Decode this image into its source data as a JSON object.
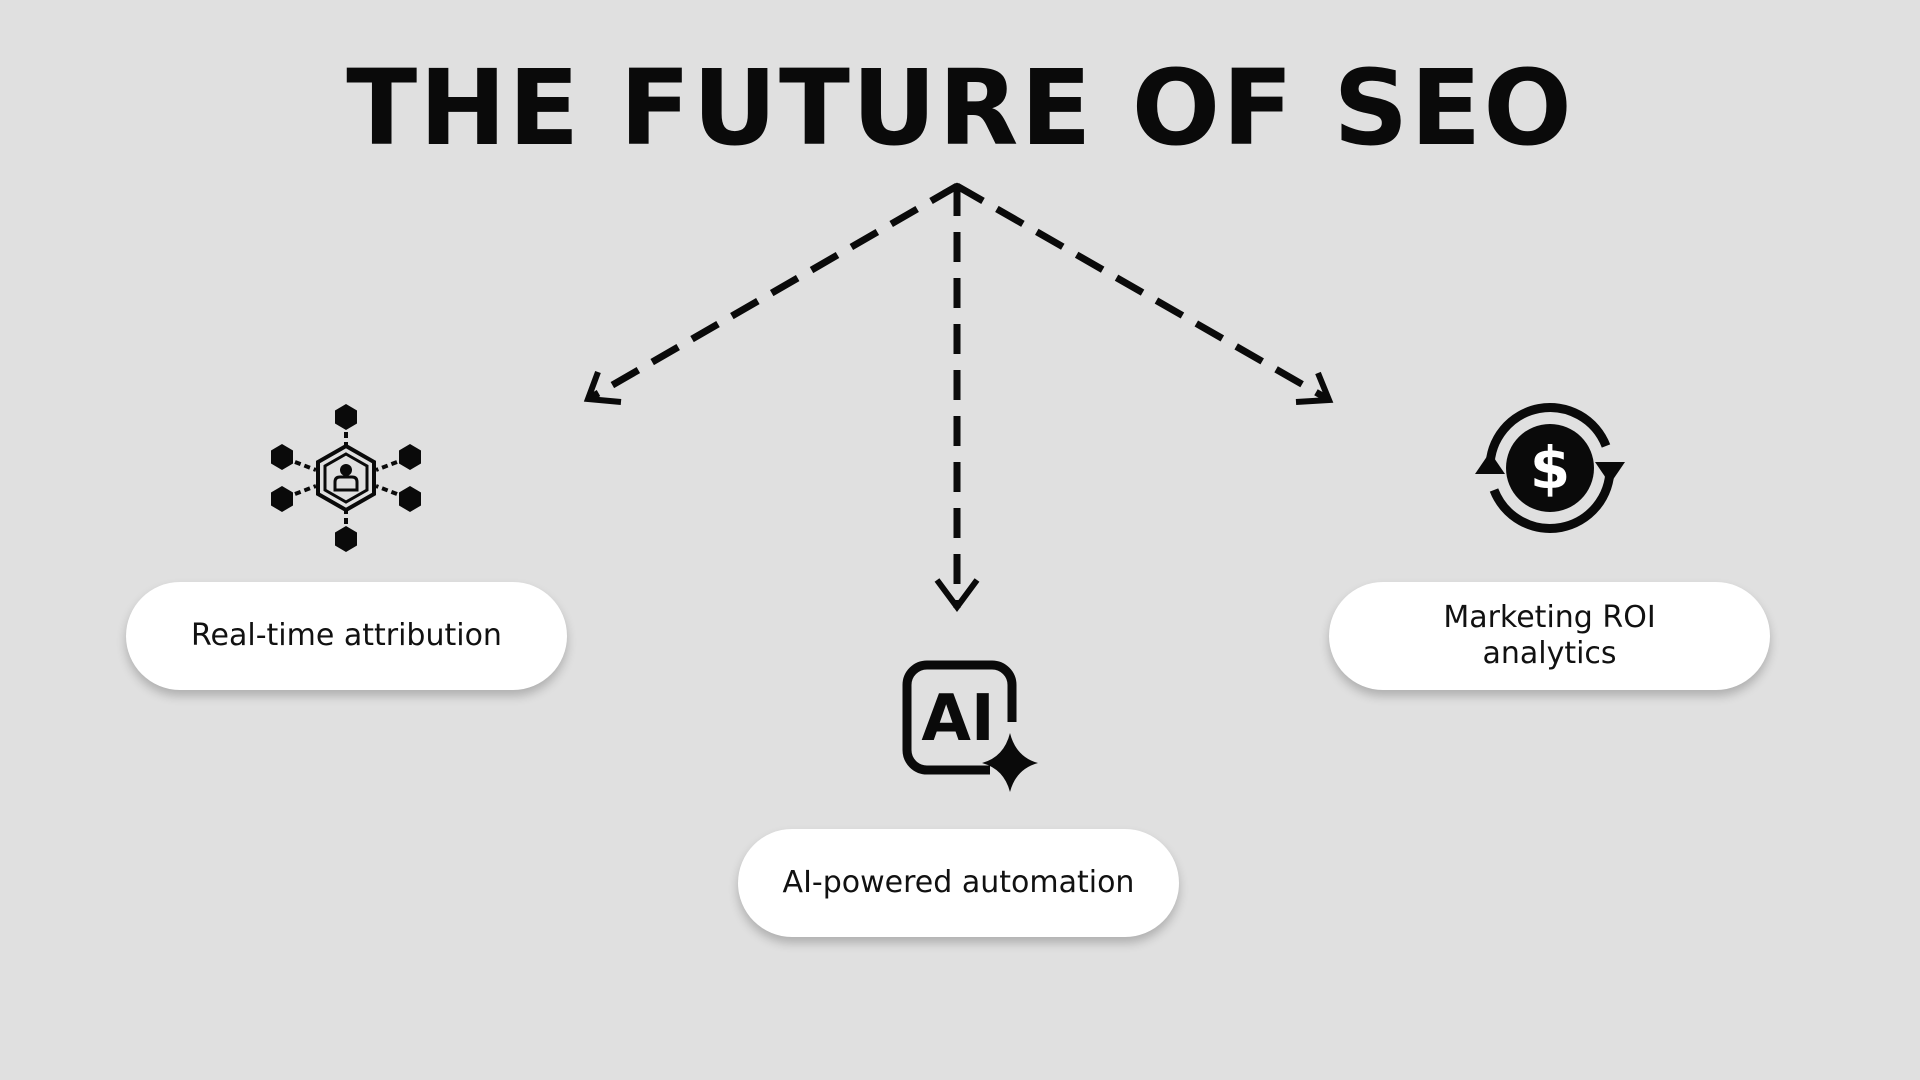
{
  "title": "THE FUTURE OF SEO",
  "items": [
    {
      "label": "Real-time attribution",
      "icon": "network-person-icon"
    },
    {
      "label": "AI-powered automation",
      "icon": "ai-sparkle-icon",
      "icon_text": "AI"
    },
    {
      "label": "Marketing ROI analytics",
      "icon": "dollar-cycle-icon"
    }
  ],
  "colors": {
    "background": "#e0e0e0",
    "foreground": "#0a0a0a",
    "pill": "#ffffff"
  }
}
